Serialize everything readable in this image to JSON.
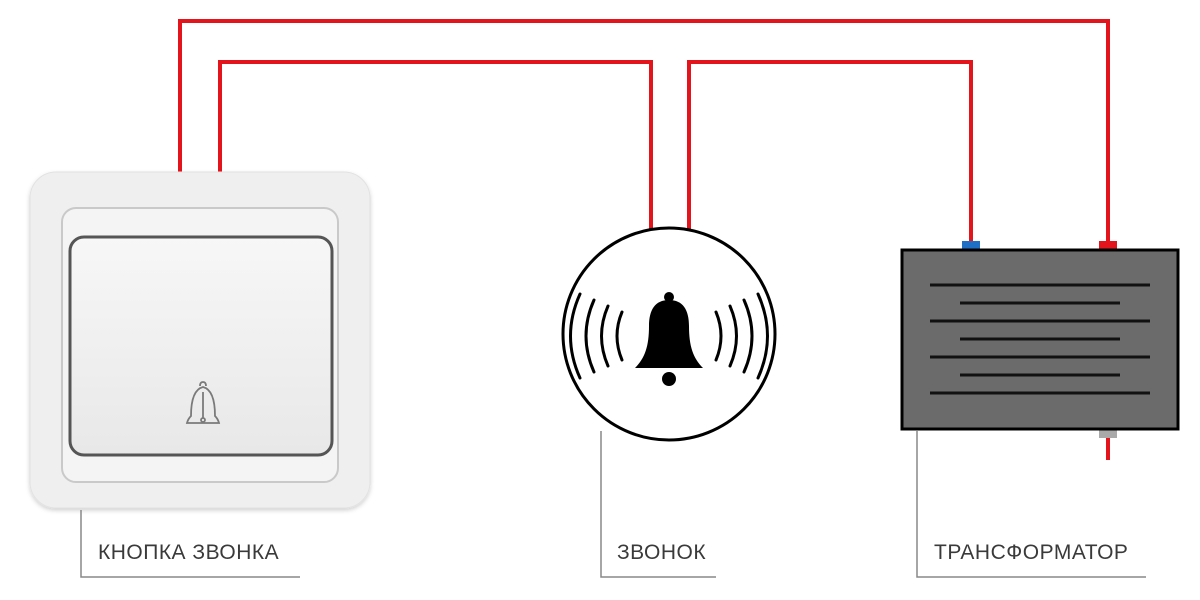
{
  "labels": {
    "button": "КНОПКА ЗВОНКА",
    "bell": "ЗВОНОК",
    "transformer": "ТРАНСФОРМАТОР"
  },
  "colors": {
    "wire": "#e3141b",
    "terminal_blue": "#1f6fc4",
    "terminal_red": "#e3141b",
    "terminal_gray": "#a9a9a9",
    "transformer_body": "#6b6b6b",
    "transformer_lines": "#111111",
    "switch_frame": "#efefef",
    "leader": "#888888",
    "text": "#3a3a3a"
  },
  "icons": {
    "switch_symbol": "bell-outline-icon",
    "bell_symbol": "bell-with-sound-waves-icon"
  }
}
